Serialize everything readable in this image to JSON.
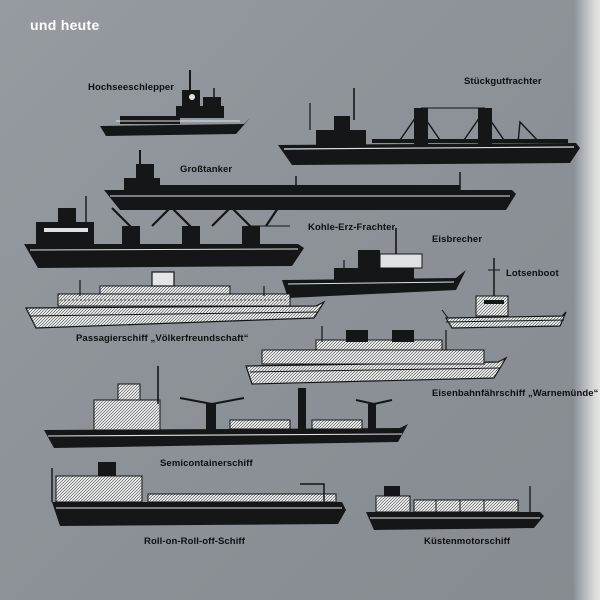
{
  "heading": "und heute",
  "colors": {
    "background": "#8f959a",
    "ink": "#121416",
    "heading": "#ffffff"
  },
  "ships": [
    {
      "id": "hochseeschlepper",
      "label": "Hochseeschlepper"
    },
    {
      "id": "stueckgutfrachter",
      "label": "Stückgutfrachter"
    },
    {
      "id": "grosstanker",
      "label": "Großtanker"
    },
    {
      "id": "kohle-erz-frachter",
      "label": "Kohle-Erz-Frachter"
    },
    {
      "id": "eisbrecher",
      "label": "Eisbrecher"
    },
    {
      "id": "lotsenboot",
      "label": "Lotsenboot"
    },
    {
      "id": "passagierschiff",
      "label": "Passagierschiff „Völkerfreundschaft“"
    },
    {
      "id": "eisenbahnfaehrschiff",
      "label": "Eisenbahnfährschiff „Warnemünde“"
    },
    {
      "id": "semicontainerschiff",
      "label": "Semicontainerschiff"
    },
    {
      "id": "roll-on-roll-off-schiff",
      "label": "Roll-on-Roll-off-Schiff"
    },
    {
      "id": "kuestenmotorschiff",
      "label": "Küstenmotorschiff"
    }
  ]
}
